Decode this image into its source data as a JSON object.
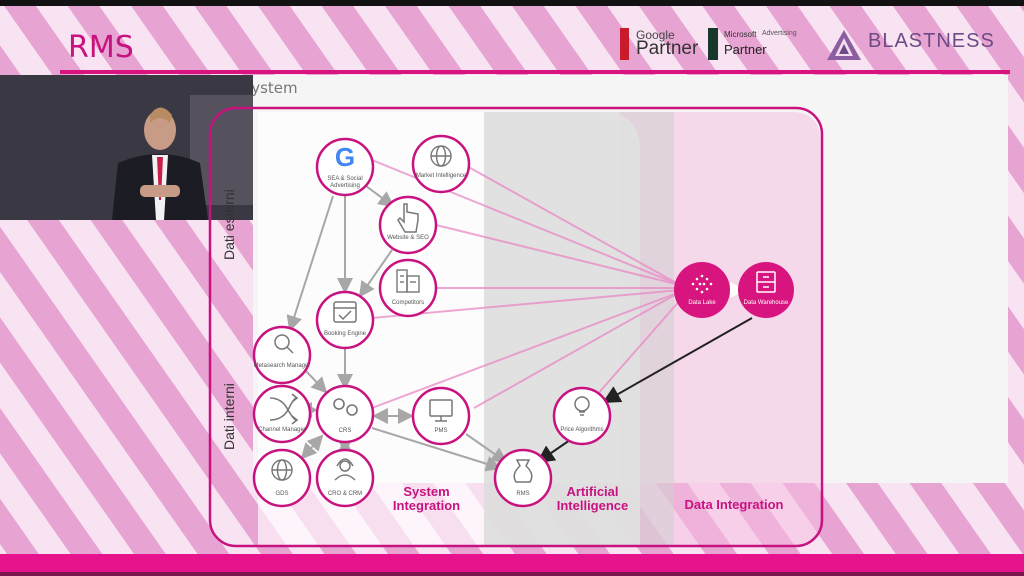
{
  "header": {
    "title": "RMS",
    "subtitle": "Revenue Management System"
  },
  "logos": {
    "google_word": "Google",
    "google_partner": "Partner",
    "ms_word": "Microsoft",
    "ms_advertising": "Advertising",
    "ms_partner": "Partner",
    "brand": "BLASTNESS"
  },
  "diagram": {
    "axis_top": "Dati esterni",
    "axis_bottom": "Dati interni",
    "sections": {
      "system": "System Integration",
      "ai": "Artificial Intelligence",
      "data": "Data Integration"
    },
    "nodes": {
      "sea": "SEA & Social Advertising",
      "market": "Market Intelligence",
      "website": "Website & SEO",
      "competitors": "Competitors",
      "booking": "Booking Engine",
      "metasearch": "Metasearch Manager",
      "channel": "Channel Manager",
      "crs": "CRS",
      "pms": "PMS",
      "gds": "GDS",
      "cro": "CRO & CRM",
      "rms": "RMS",
      "price": "Price Algorithms",
      "datalake": "Data Lake",
      "warehouse": "Data Warehouse"
    }
  },
  "colors": {
    "accent": "#d8157f",
    "ring": "#c8127f"
  }
}
